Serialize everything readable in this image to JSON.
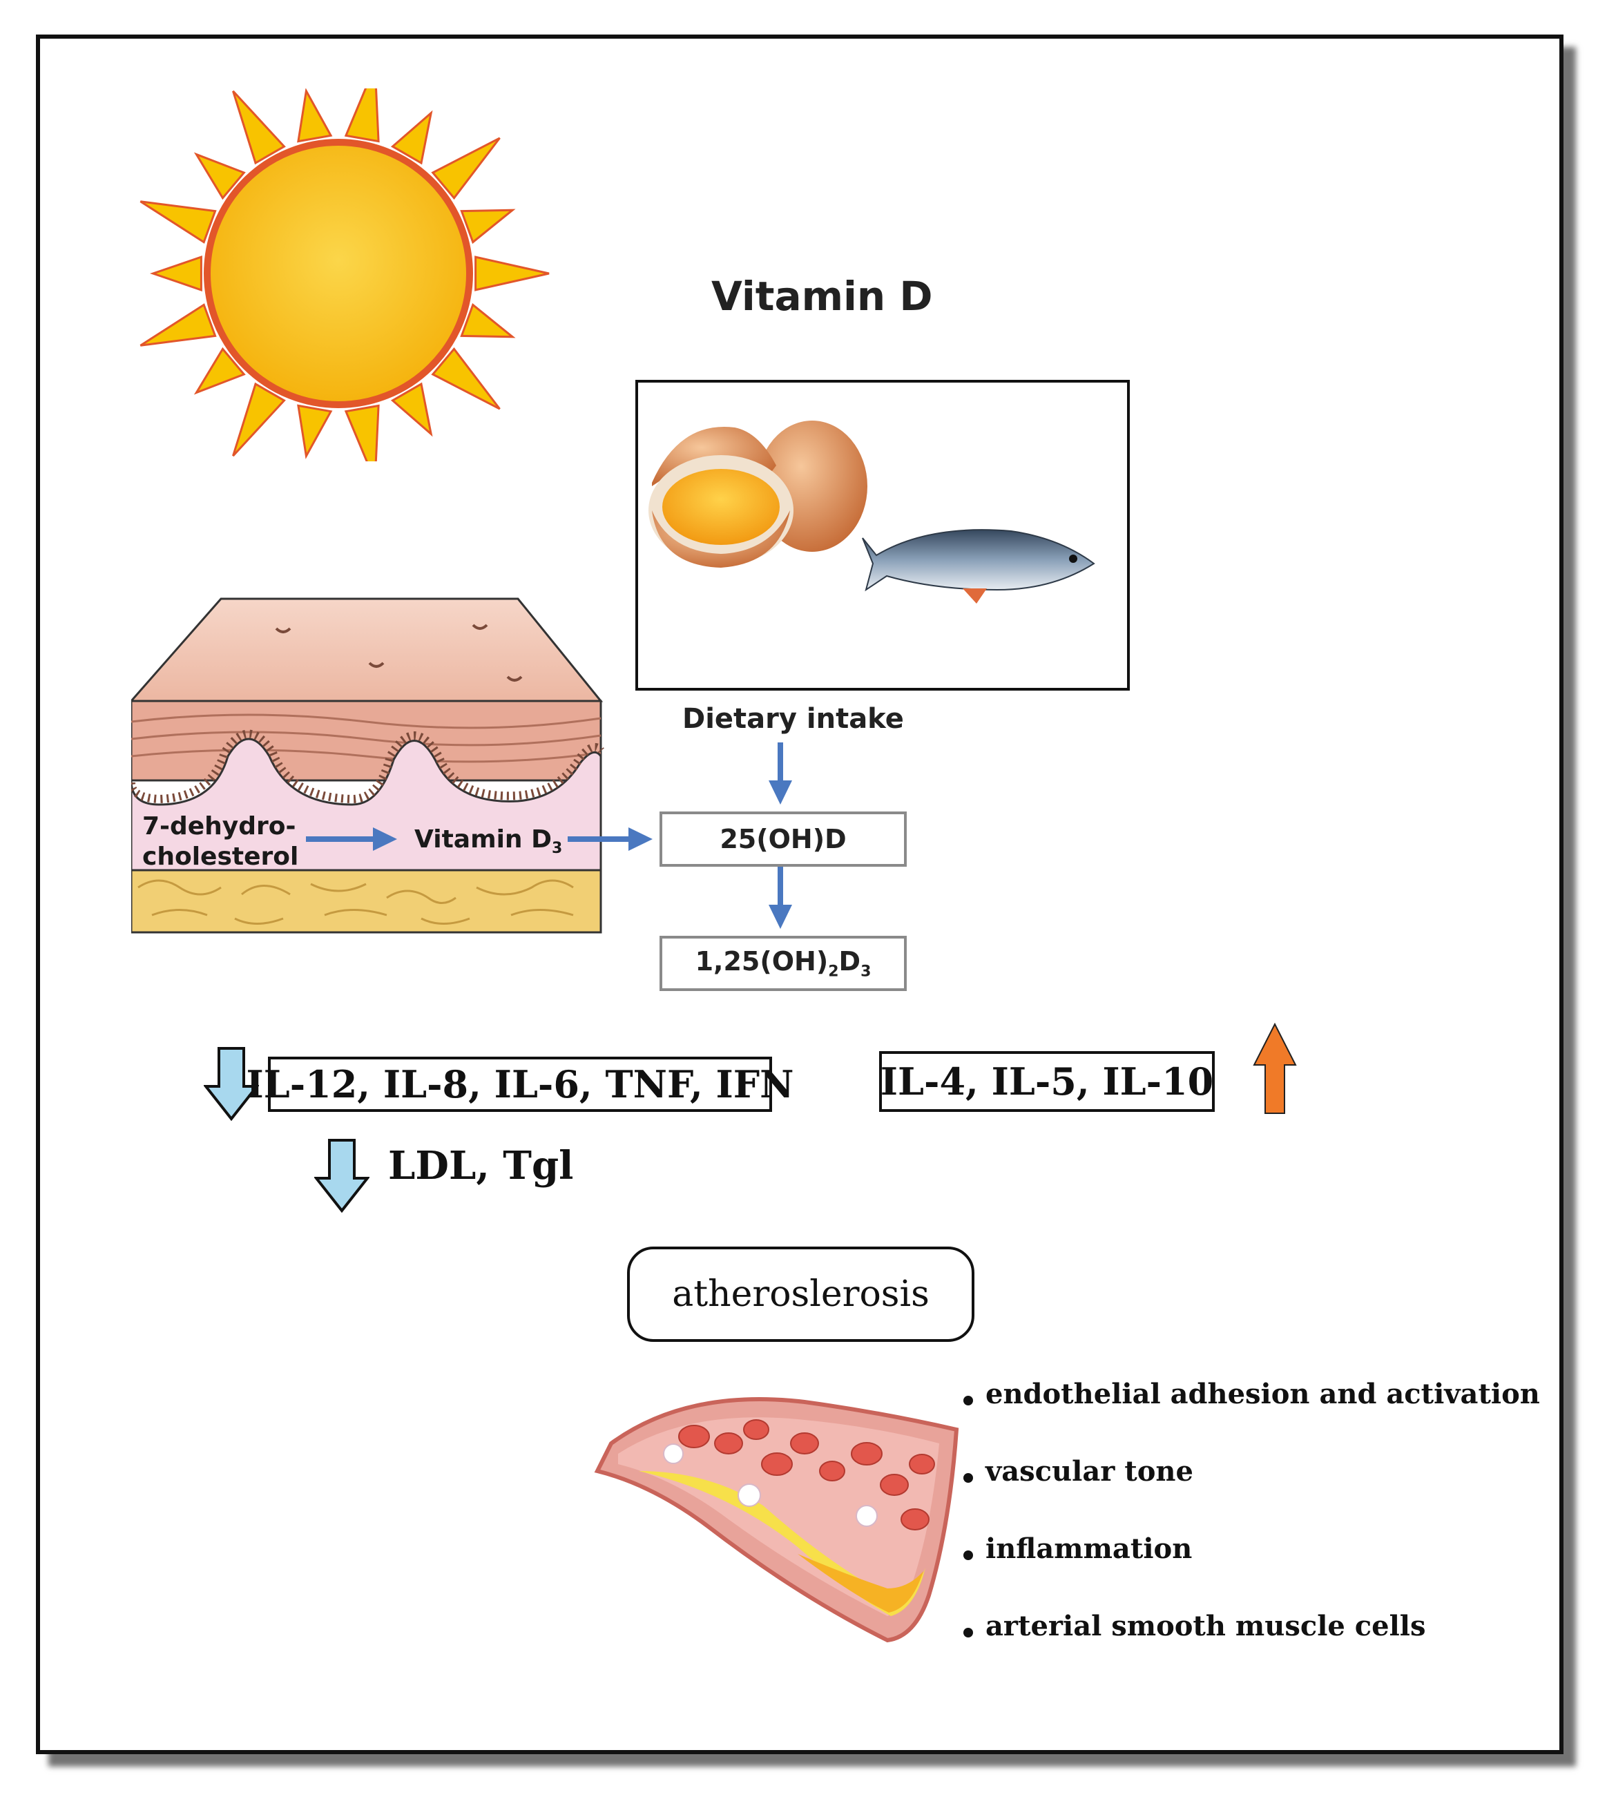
{
  "title": "Vitamin D",
  "dietary_intake": "Dietary intake",
  "skin": {
    "precursor_line1": "7-dehydro-",
    "precursor_line2": "cholesterol",
    "vitamin_d3": "Vitamin D",
    "vitamin_d3_sub": "3"
  },
  "metabolites": {
    "calcidiol": "25(OH)D",
    "calcitriol_a": "1,25(OH)",
    "calcitriol_sub1": "2",
    "calcitriol_b": "D",
    "calcitriol_sub2": "3"
  },
  "decreased_cytokines": "IL-12, IL-8, IL-6, TNF, IFN",
  "increased_cytokines": "IL-4, IL-5, IL-10",
  "decreased_lipids": "LDL, Tgl",
  "disease": "atheroslerosis",
  "effects": [
    "endothelial adhesion and activation",
    "vascular tone",
    "inflammation",
    "arterial smooth muscle cells"
  ],
  "colors": {
    "blue_arrow": "#4a78c0",
    "down_arrow_fill": "#a8d8ee",
    "up_arrow_fill": "#f07a28",
    "sun_core": "#f9c41a",
    "sun_ray": "#f8c300"
  }
}
